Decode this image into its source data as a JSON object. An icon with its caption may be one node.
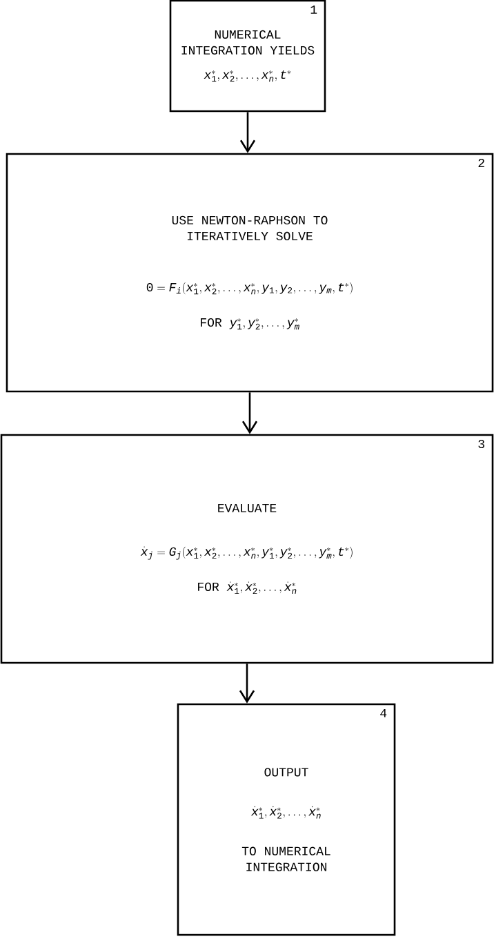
{
  "diagram": {
    "nodes": [
      {
        "text": [
          "1",
          "NUMERICAL INTEGRATION YIELDS",
          "x_1^*,x_2^*,\\ldots,x_n^*,t^*"
        ]
      },
      {
        "text": [
          "2",
          "USE NEWTON-RAPHSON TO ITERATIVELY SOLVE",
          "0 = F_i(x_1^*,x_2^*,\\ldots,x_n^*,y_1,y_2,\\ldots,y_m,t^*)",
          "FOR",
          "y_1^*,y_2^*,\\ldots,y_m^*"
        ]
      },
      {
        "text": [
          "3",
          "EVALUATE",
          "\\dot{x}_j = G_j(x_1^*,x_2^*,\\ldots,x_n^*,y_1^*,y_2^*,\\ldots,y_m^*,t^*)",
          "FOR",
          "\\dot{x}_1^*,\\dot{x}_2^*,\\ldots,\\dot{x}_n^*"
        ]
      },
      {
        "text": [
          "4",
          "OUTPUT",
          "\\dot{x}_1^*,\\dot{x}_2^*,\\ldots,\\dot{x}_n^*",
          "TO NUMERICAL INTEGRATION"
        ]
      }
    ],
    "edges": [
      {
        "from": 0,
        "to": 1,
        "arrow": "to"
      },
      {
        "from": 1,
        "to": 2,
        "arrow": "to"
      },
      {
        "from": 2,
        "to": 3,
        "arrow": "to"
      }
    ]
  }
}
